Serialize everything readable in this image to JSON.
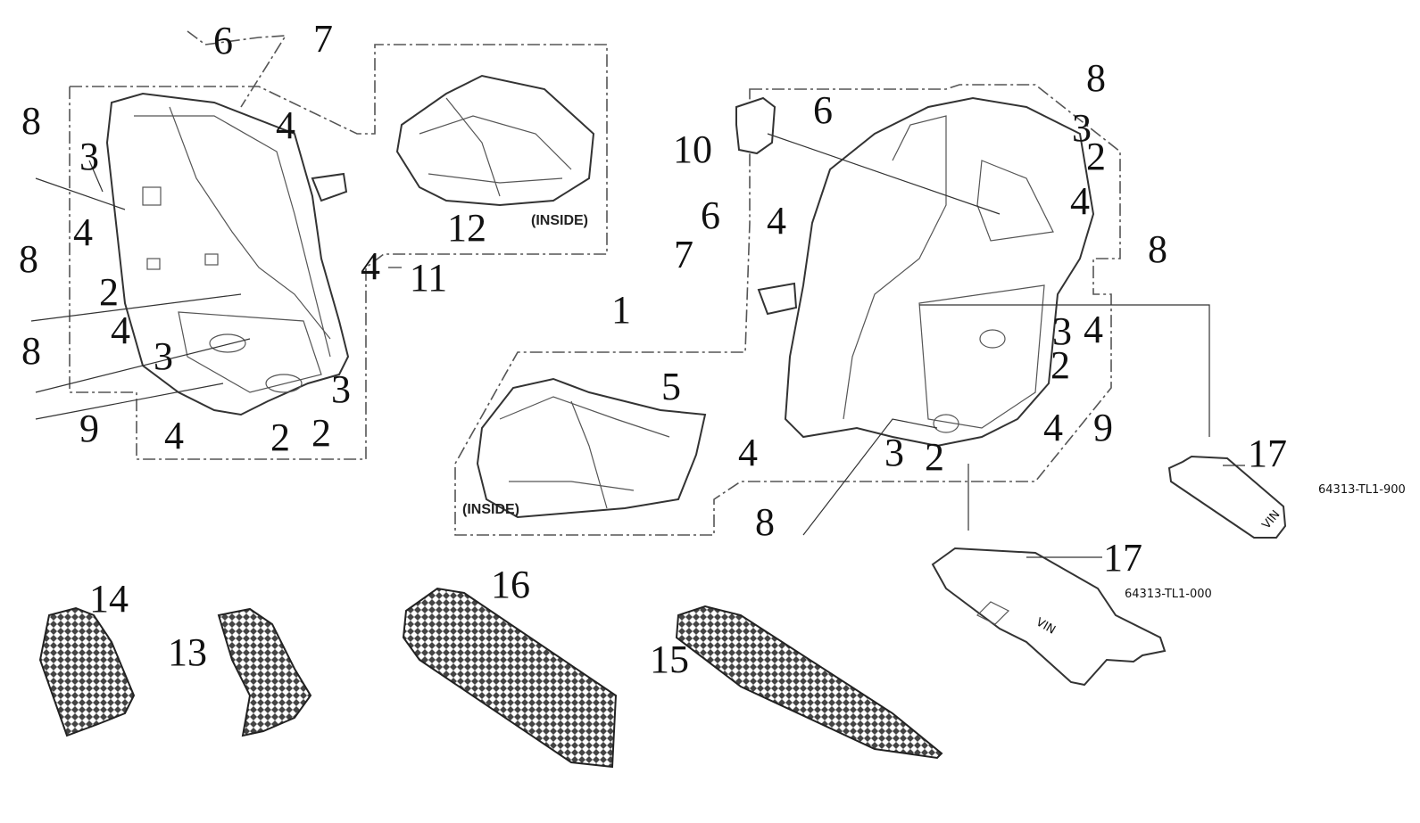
{
  "diagram": {
    "title_labels": {
      "inside_left": "(INSIDE)",
      "inside_center": "(INSIDE)"
    },
    "callouts_left": [
      "6",
      "7",
      "8",
      "3",
      "4",
      "4",
      "2",
      "8",
      "4",
      "3",
      "8",
      "4",
      "11",
      "3",
      "2",
      "2",
      "4",
      "9",
      "12"
    ],
    "callouts_center": [
      "1",
      "5"
    ],
    "callouts_right": [
      "10",
      "6",
      "8",
      "3",
      "2",
      "4",
      "6",
      "4",
      "7",
      "8",
      "3",
      "4",
      "2",
      "4",
      "9",
      "4",
      "3",
      "2",
      "8"
    ],
    "callouts_17": [
      "17",
      "17"
    ],
    "part_numbers": {
      "upper_17": "64313-TL1-900",
      "lower_17": "64313-TL1-000"
    },
    "callouts_bottom": [
      "14",
      "13",
      "16",
      "15"
    ],
    "lid_marking": "VIN"
  }
}
